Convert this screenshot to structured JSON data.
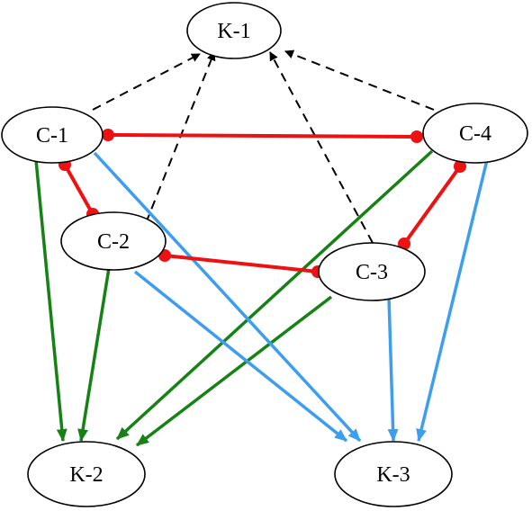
{
  "nodes": {
    "k1": "K-1",
    "c1": "C-1",
    "c4": "C-4",
    "c2": "C-2",
    "c3": "C-3",
    "k2": "K-2",
    "k3": "K-3"
  },
  "colors": {
    "dashed_arrow": "#000000",
    "red_link": "#ee1111",
    "green_arrow": "#168216",
    "blue_arrow": "#3d9ef0"
  }
}
